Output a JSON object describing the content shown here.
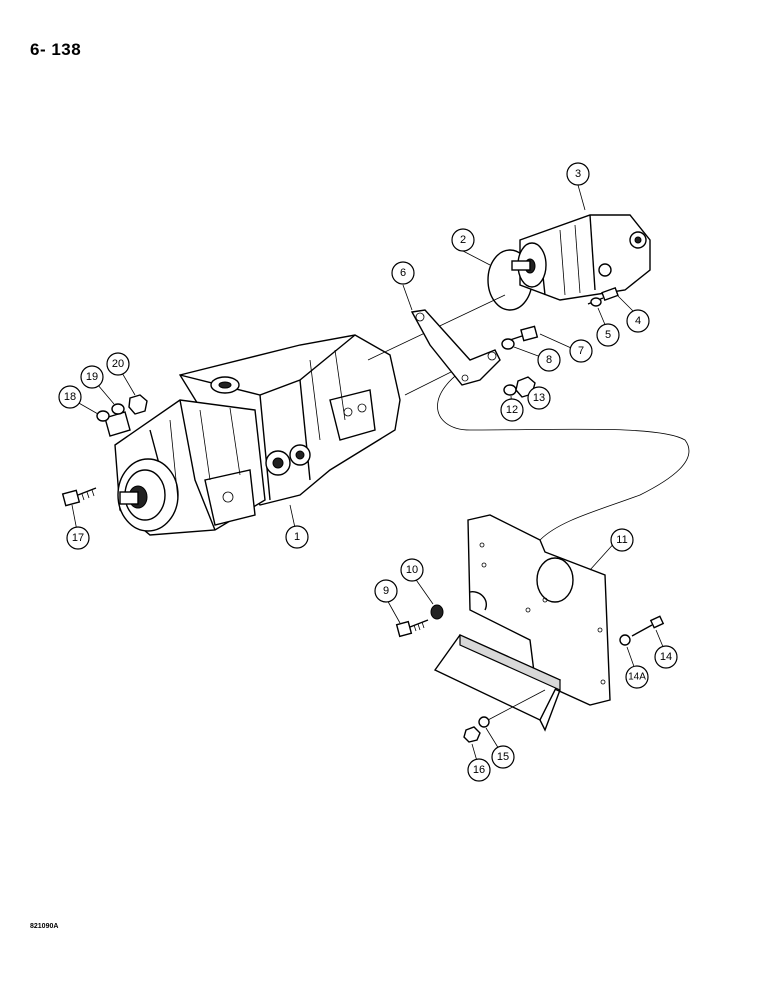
{
  "page_number": "6- 138",
  "drawing_code": "821090A",
  "callouts": [
    {
      "id": "callout-1",
      "label": "1"
    },
    {
      "id": "callout-2",
      "label": "2"
    },
    {
      "id": "callout-3",
      "label": "3"
    },
    {
      "id": "callout-4",
      "label": "4"
    },
    {
      "id": "callout-5",
      "label": "5"
    },
    {
      "id": "callout-6",
      "label": "6"
    },
    {
      "id": "callout-7",
      "label": "7"
    },
    {
      "id": "callout-8",
      "label": "8"
    },
    {
      "id": "callout-9",
      "label": "9"
    },
    {
      "id": "callout-10",
      "label": "10"
    },
    {
      "id": "callout-11",
      "label": "11"
    },
    {
      "id": "callout-12",
      "label": "12"
    },
    {
      "id": "callout-13",
      "label": "13"
    },
    {
      "id": "callout-14",
      "label": "14"
    },
    {
      "id": "callout-14a",
      "label": "14A"
    },
    {
      "id": "callout-15",
      "label": "15"
    },
    {
      "id": "callout-16",
      "label": "16"
    },
    {
      "id": "callout-17",
      "label": "17"
    },
    {
      "id": "callout-18",
      "label": "18"
    },
    {
      "id": "callout-19",
      "label": "19"
    },
    {
      "id": "callout-20",
      "label": "20"
    }
  ]
}
